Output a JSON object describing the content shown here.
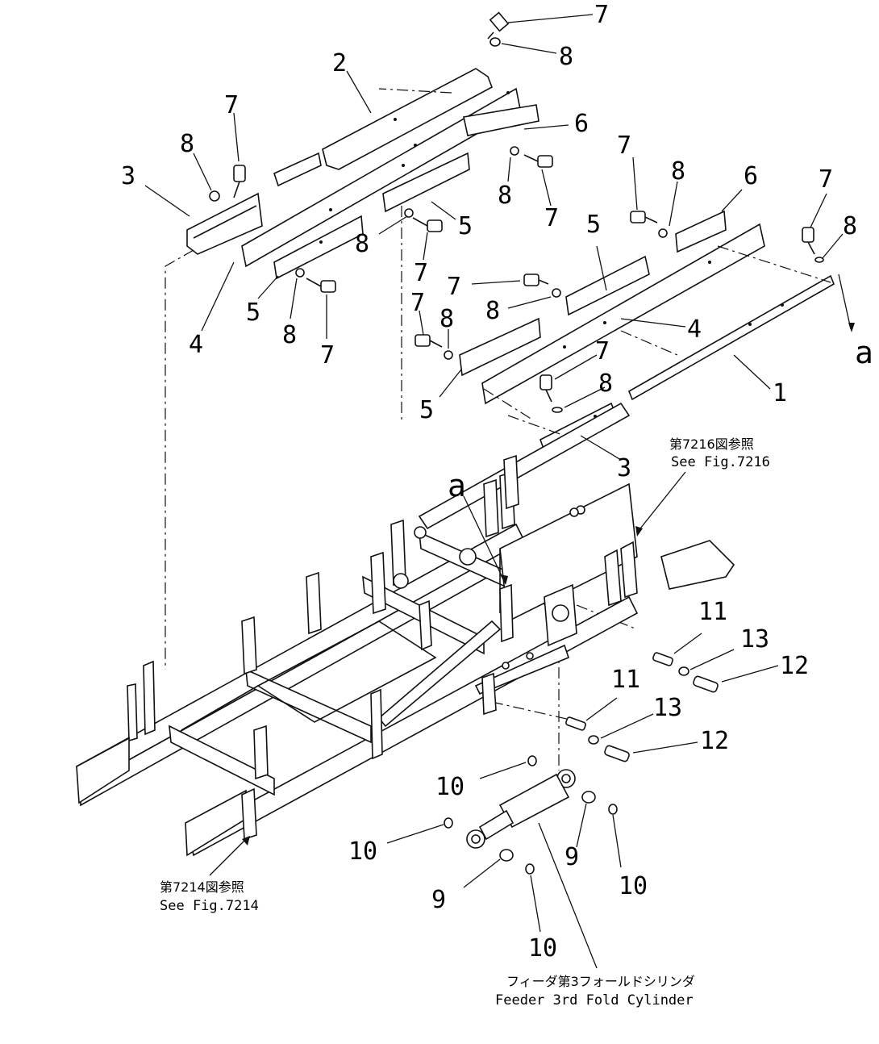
{
  "part_labels": {
    "p1": "1",
    "p2": "2",
    "p3": "3",
    "p4": "4",
    "p5": "5",
    "p6": "6",
    "p7": "7",
    "p8": "8",
    "p9": "9",
    "p10": "10",
    "p11": "11",
    "p12": "12",
    "p13": "13",
    "a": "a"
  },
  "references": {
    "fig7216_jp": "第7216図参照",
    "fig7216_en": "See Fig.7216",
    "fig7214_jp": "第7214図参照",
    "fig7214_en": "See Fig.7214",
    "cylinder_jp": "フィーダ第3フォールドシリンダ",
    "cylinder_en": "Feeder 3rd Fold Cylinder"
  }
}
